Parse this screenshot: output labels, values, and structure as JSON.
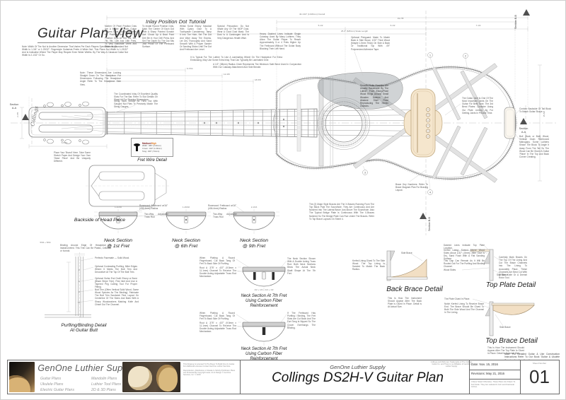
{
  "titles": {
    "plan_view": "Guitar Plan View",
    "tutorial": "Inlay Position Dot Tutorial"
  },
  "colors": {
    "bridge_tan": "#f5e6cd",
    "brace_gray": "#e2e2e2",
    "pickguard_gray": "#8f969b",
    "fret_wire_high_accent": "#e07a1e"
  },
  "sections": {
    "aa1": "Section",
    "aa2": "A-A",
    "aa": "Section A-A",
    "bb": "Section B-B"
  },
  "drawing": {
    "headstock_script": "Collings",
    "key1": "1",
    "key2": "2",
    "key3": "3",
    "key4": "4"
  },
  "fret_wire": {
    "size_a": "Medium/",
    "size_b": "High",
    "spec1": "Width: .080\" (2.03mm)",
    "spec2": "Crown: .043\" (1.09mm)",
    "spec3": "Tang: .020\" (.51mm)"
  },
  "detail_labels": {
    "fret_wire": "Fret Wire Detail",
    "backside": "Backside of Head Piece",
    "neck1_l1": "Neck Section",
    "neck1_l2": "@ 1st Fret",
    "neck2_l1": "Neck Section",
    "neck2_l2": "@ 6th Fret",
    "neck3_l1": "Neck Section",
    "neck3_l2": "@ 9th Fret",
    "carbon_l1": "Neck Section At 7th Fret",
    "carbon_l2": "Using Carbon Fiber",
    "carbon_l3": "Reinforcement",
    "purfling_l1": "Purfling/Binding Detail",
    "purfling_l2": "At Guitar Butt",
    "back_brace": "Back Brace Detail",
    "top_plate": "Top Plate Detail",
    "top_brace": "Top Brace Detail",
    "side_brace": "Side Brace"
  },
  "dims": {
    "overall": "40-1/16\" (1018mm) Overall",
    "body_len": "19-7/8",
    "scale": "25.4\" (645mm) Scale Length",
    "seg3": "5-1/2",
    "seg4": "6-1/2",
    "seg5": "7-1/4",
    "hs_len": "6-5/16",
    "hs_w": "2-7/8",
    "body_w": "15-5/8",
    "d1": "6-7/64",
    "d2": "12-3/8",
    "d3": "18-5/8",
    "w1": "1-11/16",
    "w2": "1-29/32",
    "w3": "2-1/16",
    "c7": "1/2 + 1/2 + 1/2 + 1/2",
    "bind": "5/64 + 5/64"
  },
  "notes": {
    "n1": "Note: Width Of The Nut Is Another Dimension That Varies Per Each Players Specifications. Standard Nut Width Is 1-3/4\" or 1-23/32\". Fingerstyle Guitarists Prefer A Wider Nut. This Plans Nut Width Is 1-23/32\" And Is Indicative Where The Player May Require Even Wider Widths. By The Way A Classical Guitar Nut Width Is 2-1/32\" Or So.",
    "n2": "Mother Of Pearl Position Dots Are A Matter Of Each Guitar Players Taste, And Varies From No Position Dots At All To Position Dots At The 3rd, 5th, 7th, 9th, 12th And 15th Frets, To Very Elaborate Vines And Other Inlays.",
    "n3": "To Install Round Position Dots, Mark The Center Of Each Dot With A Sharp Pointed Scratch Awl. Chuck Up A Brad Point Drill Bit In Your Drill Press And Set The Depth So The Dot Sits Just Proud Of The Fretboard Surface.",
    "n4": "Whisk Some Ebony Sawdust With Cyano Glue To A Toothpaste Consistency, Tamp It Into The Hole, Set The Dot And Wipe Away The Excess. Let Dry Thoroughly And Sand Smooth With A Proper Sander Or Sanding Sticks Until The Dot And Fretboard Are Level.",
    "n5": "Special Precaution: Do Not Inhale Any Of The MOP Dust, Wear A Good Dust Mask. The Dust Is A Carcinogen And Is Very Dangerous Health Wise.",
    "n6": "Heavy Dashed Lines Indicate Single Cutaway Used By Many Luthiers. They Allow The Guitar Player To Reach Approximately 3 or 4 Frets Higher Up The Fretboard Without The Guitar Body Blocking Their Left Hand.",
    "n7": "A 1/2\" (38mm) Radius Circle Represents The Minimum Safe Bend Used In Conjunction With Our Cutaway Attachment And Side Bender.",
    "n8": "Note: These Dimensions Are Looking Straight Down On The Headpiece. For Dimensions Following The Headpiece Angle Refer To The Headpiece Side View.",
    "n9": "It Is Typical For The Luthier To Use A Laminating Wheel On The Headpiece For Extra Embossing, May Use Some Extra Inlay That Can Typically Be Laminated Over.",
    "n10": "The Coordinated Inlay Of Excellent Quality Slots For The Bar. Refer To Slot Details On Sheet #4 For Shaping Dimensions.",
    "n11": "String Slots Should Be Filed Out With Gauged Nut Files To Precisely Match The String Gauges.",
    "n12": "Place Your 'Brand' Here. Take Some Sketch Paper And Design Your Own 'Head Piece' And Be Uniquely Different.",
    "n13": "Optional Pickguard: Made To Match Back & Side Wood, 1/32\" Thick Wood (Maybe 1.5mm Thick) On Side & Back Or Traditional Top With .09\" Polymerized Adhesive Tape.",
    "n14": "Smooth Order Rosettes Are Usually Handmade By The Luthier, From Ebony/Pearl Wood Rings Around Small Wooden Dashes And Abalone Shell Pearl Reproducing The Herein Classics.",
    "n15": "The Guitar Joint Is One Of The Most Important Joints On The Guitar For Best Tone. The 3rd Bend Plates: Consider Using Our Plate Joining Jig For Getting Joints In Precise Time.",
    "n16": "Brace Key Numbers: Refer To Brace Diagram Plan For Bracing Layout.",
    "n17": "The (2) Major Style Braces Are The X-Braces Running From The Top Block Past The Soundhole. They Are Continuous And Are Notched Into The Lateral Brace Just Above The Soundhole. Also The Typical Bridge Plate Is Continuous With The X-Braces Notched So The Bridge Plate Can Run Under The Braces. Refer To Top Brace Layouts On Sheet 4.",
    "n18": "Contour Backside Of Tail Block To Match Guitar Shape.",
    "n19": "Bull (Book or Butt) Wood, Vertical Grain Reinforced Mahogany. Some Luthiers Shave The Block To Angle It Away From The Tail So The Wood Can Be Glued A Guitar 'Plane' In The Top And Back Corner Creating.",
    "n20": "Optional Contrasting Purfling, Miter Edges Where It Meets The Butt Trim And Decorative At The Top Of The Butt Trim.",
    "n21": "Optional Guitar End Graft: Ebony or Bone (Black Stripe Trim). First Inlet And Use A Tapered Peg Cutting Tool For Proper Fitting.",
    "n22": "Butt Trim (Often Vertical Solid Wood, Same Wood Species As The Binding). Fabricate The Butt Trim Sandwich First, Layout On Centerline Of The Sides And Mark With A Sharp Woodworkers Marking Knife And Chisel Out The Channel.",
    "n23": "Perfecto Facemate — Solid Wood.",
    "n24": "This Is How The Instrument Should Appear After The Back Plate Is Glued In Place. Detail Is At Actual Size.",
    "n25a": "Dashed Lines Indicate Top Plate Location.",
    "n25b": "Kerfed Lining: Extend Above Wood Sides About 1/32\" (.8mm). After Glue Is Dry, Sand Flush With A Flat Sanding Surface.",
    "n25c": "This Gap Can Remain As It Will Be Routed Out For The Purfling And Binding Channel.",
    "n25d": "Wood Sides",
    "n26": "Carefully Mark Braces On The Top Of The Lining And Cut The Brace Channels Into The Lining To Accurately Place. These Channels Are Best Cut With A Slim Knife Or A Dremel Rotor Tool.",
    "n27a": "The Plate Glued In Place.",
    "n27b": "Notch Kerfed Lining To Receive Brace End. The Brace Should Be Glued To Both The Side Wood And The Channel In The Lining.",
    "n28": "This Is How The Instrument Should Appear After The Top Plate Is Glued In Place. Detail Is At Actual Size.",
    "n29": "Note: For Detailed Guitar & Uke Construction Instructions Refer To Our Book 'Guitar & Ukulele Construction Handbook'.",
    "n31": "Kerfed Lining Glued To The Side Wood. The Top Lining Is Sanded To Match The Back Radius.",
    "n32": "Binding Around Edge Of Headpiece Is Inlaid/Leveled. This Trim Can Be Plastic, Celluloid or Ivoroid.",
    "n33": "Rosewood Fretboard w/16\" (406.4mm) Radius",
    "n34": "Two-Way Adjustable Truss Rod",
    "n35": "When Plotting A Round Fingerboard, Cut Back Tang Of Fret To Back Side Of Purfling.",
    "n36": "Rout A .375\" x .437\" (9.5mm x 11.1mm) Channel To Receive The Double Acting Adjustable Truss Rod Mechanism.",
    "n37": "The Neck Section Shown With A Double Acting Truss Rod. Both Neck Sections Show The Actual Neck Shaft Shape At The 7th Fret.",
    "n38": "If The Fretboard Has Purfling / Binding, The Fret Slots Are Cut Back And The Fret Tang Is Nipped So The Crown Overhangs The Binding."
  },
  "titleblock": {
    "company": "GenOne Luthier Supplies",
    "col1": [
      "Guitar Plans",
      "Ukulele Plans",
      "Electric Guitar Plans"
    ],
    "col2": [
      "Mandolin Plans",
      "Luthier Tool Plans",
      "2D & 3D Plans"
    ],
    "license1": "This Drawing Is Licensed To The Buyer To Build One (1) Guitar. For Additional Licenses Contact GenOne Luthier Services.",
    "license2": "Reproduction, Distribution or Resale Is Strictly Prohibited. Plans Are Protected By Copyright Laws. Art & Design © GenOne Services, Inc. © 2016",
    "supply": "GenOne Luthier Supply",
    "plan_title": "Collings DS2H-V Guitar Plan",
    "trademark": "Collings and DS2H are Trademarks of The Collings Guitar Co. and There is no Affiliation of GenOne Luthier Supply",
    "date": "Date: Nov. 15, 2016",
    "revisions": "Revisions: May 21, 2016",
    "scale_note": "Unless Noted Otherwise, These Plans Are Drawn To Full Scale. They Are Labeled In Inch and Fractional Inches.",
    "sheet_label": "Sheet Number",
    "sheet_no": "01"
  }
}
